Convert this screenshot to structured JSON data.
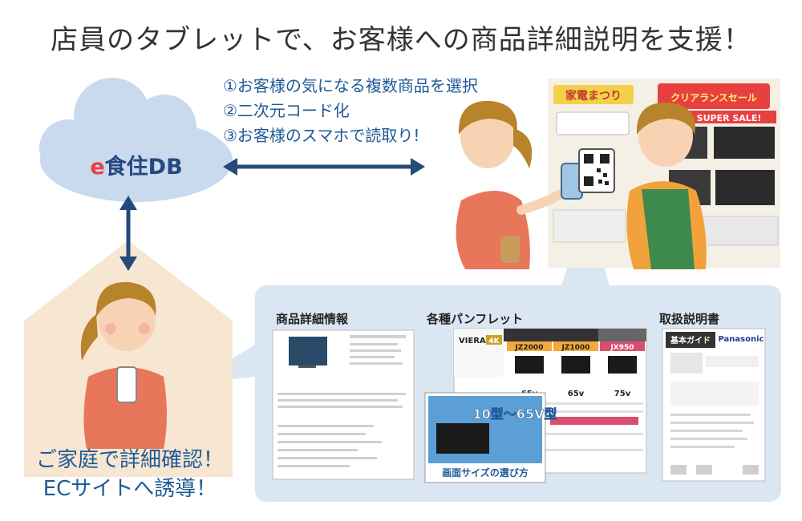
{
  "title": "店員のタブレットで、お客様への商品詳細説明を支援！",
  "steps": [
    "①お客様の気になる複数商品を選択",
    "②二次元コード化",
    "③お客様のスマホで読取り!"
  ],
  "database": {
    "prefix": "e",
    "name": "食住DB"
  },
  "home_caption": [
    "ご家庭で詳細確認！",
    "ECサイトへ誘導！"
  ],
  "store_signs": {
    "sign1": "家電まつり",
    "sign2": "クリアランスセール",
    "sign3": "SUPER SALE!"
  },
  "panel": {
    "product_info": {
      "heading": "商品詳細情報"
    },
    "pamphlet": {
      "heading": "各種パンフレット",
      "brand": "VIERA",
      "tag_4k": "4K",
      "models": [
        "JZ2000",
        "JZ1000",
        "JX950"
      ],
      "sizes": [
        "65v",
        "65v",
        "75v"
      ],
      "cover_headline": "10型〜65V型",
      "cover_caption": "画面サイズの選び方"
    },
    "manual": {
      "heading": "取扱説明書",
      "cover_title": "基本ガイド",
      "brand": "Panasonic"
    }
  },
  "colors": {
    "cloud": "#c9d9ee",
    "arrow": "#244a7c",
    "house": "#f6e6d2",
    "panel": "#dbe6f3",
    "accent_red": "#e8403f",
    "text_blue": "#1f5a96"
  }
}
